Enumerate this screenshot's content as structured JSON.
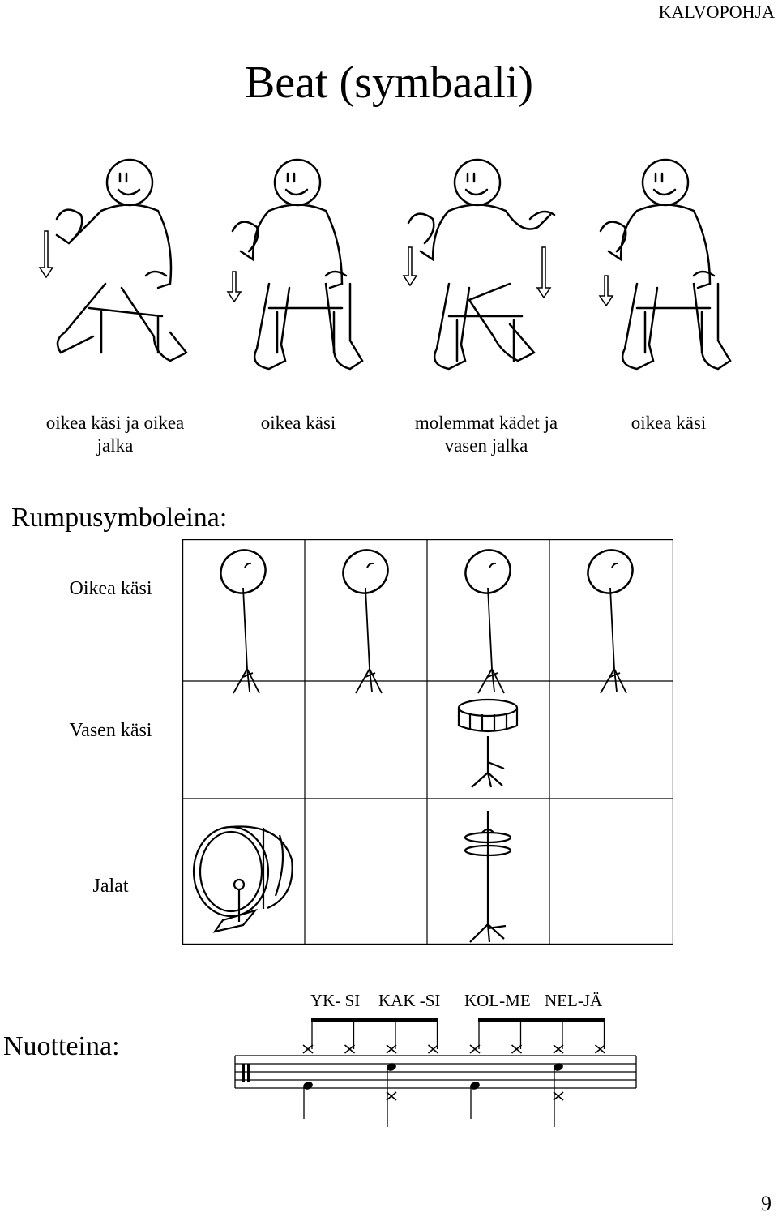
{
  "header": {
    "label": "KALVOPOHJA"
  },
  "title": "Beat (symbaali)",
  "figures": [
    {
      "caption_line1": "oikea käsi ja oikea",
      "caption_line2": "jalka",
      "icon": "seated-figure-right-hand-right-foot"
    },
    {
      "caption_line1": "oikea käsi",
      "caption_line2": "",
      "icon": "seated-figure-right-hand"
    },
    {
      "caption_line1": "molemmat kädet ja",
      "caption_line2": "vasen jalka",
      "icon": "seated-figure-both-hands-left-foot"
    },
    {
      "caption_line1": "oikea käsi",
      "caption_line2": "",
      "icon": "seated-figure-right-hand"
    }
  ],
  "drum_symbols": {
    "heading": "Rumpusymboleina:",
    "rows": [
      {
        "label": "Oikea käsi",
        "cells": [
          "cymbal-icon",
          "cymbal-icon",
          "cymbal-icon",
          "cymbal-icon"
        ]
      },
      {
        "label": "Vasen käsi",
        "cells": [
          "",
          "",
          "snare-drum-icon",
          ""
        ]
      },
      {
        "label": "Jalat",
        "cells": [
          "bass-drum-icon",
          "",
          "hi-hat-icon",
          ""
        ]
      }
    ]
  },
  "notation": {
    "heading": "Nuotteina:",
    "syllables": [
      "YK- SI",
      "KAK -SI",
      "KOL-ME",
      "NEL-JÄ"
    ],
    "hihat_eighths": 8,
    "bass_on_beats": [
      1,
      3
    ],
    "snare_on_beats": [
      2,
      4
    ],
    "hihat_foot_on_beats": [
      2,
      4
    ]
  },
  "page_number": "9"
}
